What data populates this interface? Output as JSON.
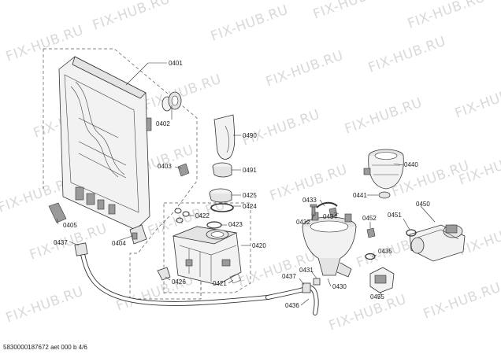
{
  "watermark": "FIX-HUB.RU",
  "footer": "5830000187672 aet 000 b 4/6",
  "labels": {
    "p0401": "0401",
    "p0402": "0402",
    "p0403": "0403",
    "p0404": "0404",
    "p0405": "0405",
    "p0437a": "0437",
    "p0490": "0490",
    "p0491": "0491",
    "p0425": "0425",
    "p0424": "0424",
    "p0422": "0422",
    "p0423": "0423",
    "p0420": "0420",
    "p0426": "0426",
    "p0421": "0421",
    "p0433": "0433",
    "p0434": "0434",
    "p0432": "0432",
    "p0431": "0431",
    "p0437b": "0437",
    "p0430": "0430",
    "p0436": "0436",
    "p0440": "0440",
    "p0441": "0441",
    "p0452": "0452",
    "p0451": "0451",
    "p0450": "0450",
    "p0435": "0435",
    "p0455": "0455"
  }
}
